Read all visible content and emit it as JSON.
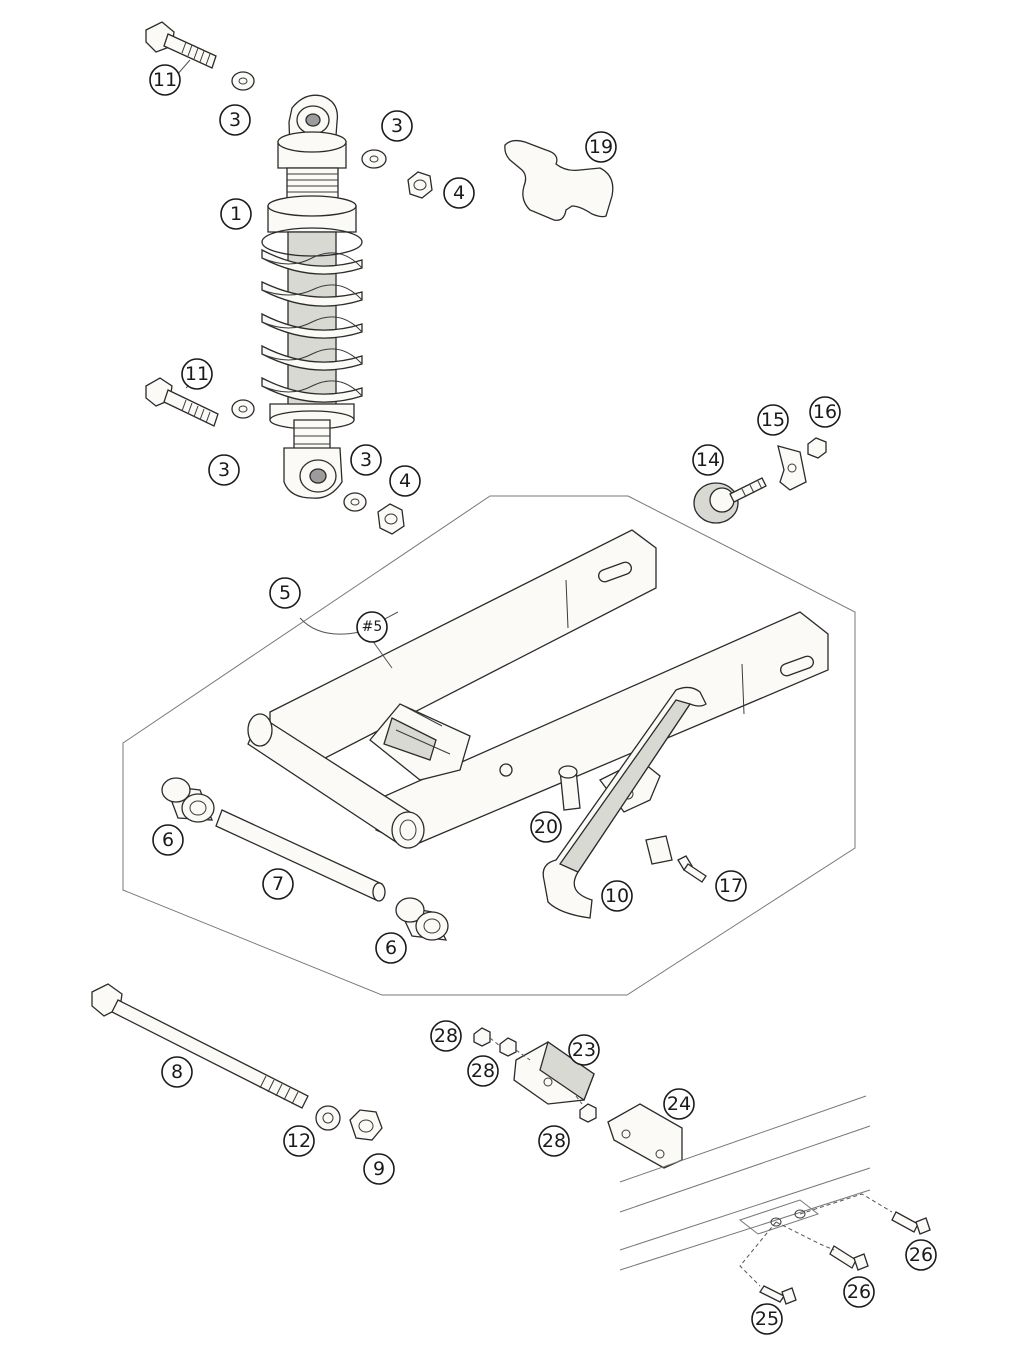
{
  "callouts": [
    {
      "id": "c11a",
      "label": "11"
    },
    {
      "id": "c3a",
      "label": "3"
    },
    {
      "id": "c3b",
      "label": "3"
    },
    {
      "id": "c19",
      "label": "19"
    },
    {
      "id": "c4a",
      "label": "4"
    },
    {
      "id": "c1",
      "label": "1"
    },
    {
      "id": "c11b",
      "label": "11"
    },
    {
      "id": "c3c",
      "label": "3"
    },
    {
      "id": "c3d",
      "label": "3"
    },
    {
      "id": "c4b",
      "label": "4"
    },
    {
      "id": "c15",
      "label": "15"
    },
    {
      "id": "c16",
      "label": "16"
    },
    {
      "id": "c14",
      "label": "14"
    },
    {
      "id": "c5",
      "label": "5"
    },
    {
      "id": "c5sub",
      "label": "#5"
    },
    {
      "id": "c6a",
      "label": "6"
    },
    {
      "id": "c20",
      "label": "20"
    },
    {
      "id": "c7",
      "label": "7"
    },
    {
      "id": "c10",
      "label": "10"
    },
    {
      "id": "c17",
      "label": "17"
    },
    {
      "id": "c6b",
      "label": "6"
    },
    {
      "id": "c8",
      "label": "8"
    },
    {
      "id": "c28a",
      "label": "28"
    },
    {
      "id": "c23",
      "label": "23"
    },
    {
      "id": "c28b",
      "label": "28"
    },
    {
      "id": "c24",
      "label": "24"
    },
    {
      "id": "c12",
      "label": "12"
    },
    {
      "id": "c28c",
      "label": "28"
    },
    {
      "id": "c9",
      "label": "9"
    },
    {
      "id": "c26a",
      "label": "26"
    },
    {
      "id": "c26b",
      "label": "26"
    },
    {
      "id": "c25",
      "label": "25"
    }
  ]
}
